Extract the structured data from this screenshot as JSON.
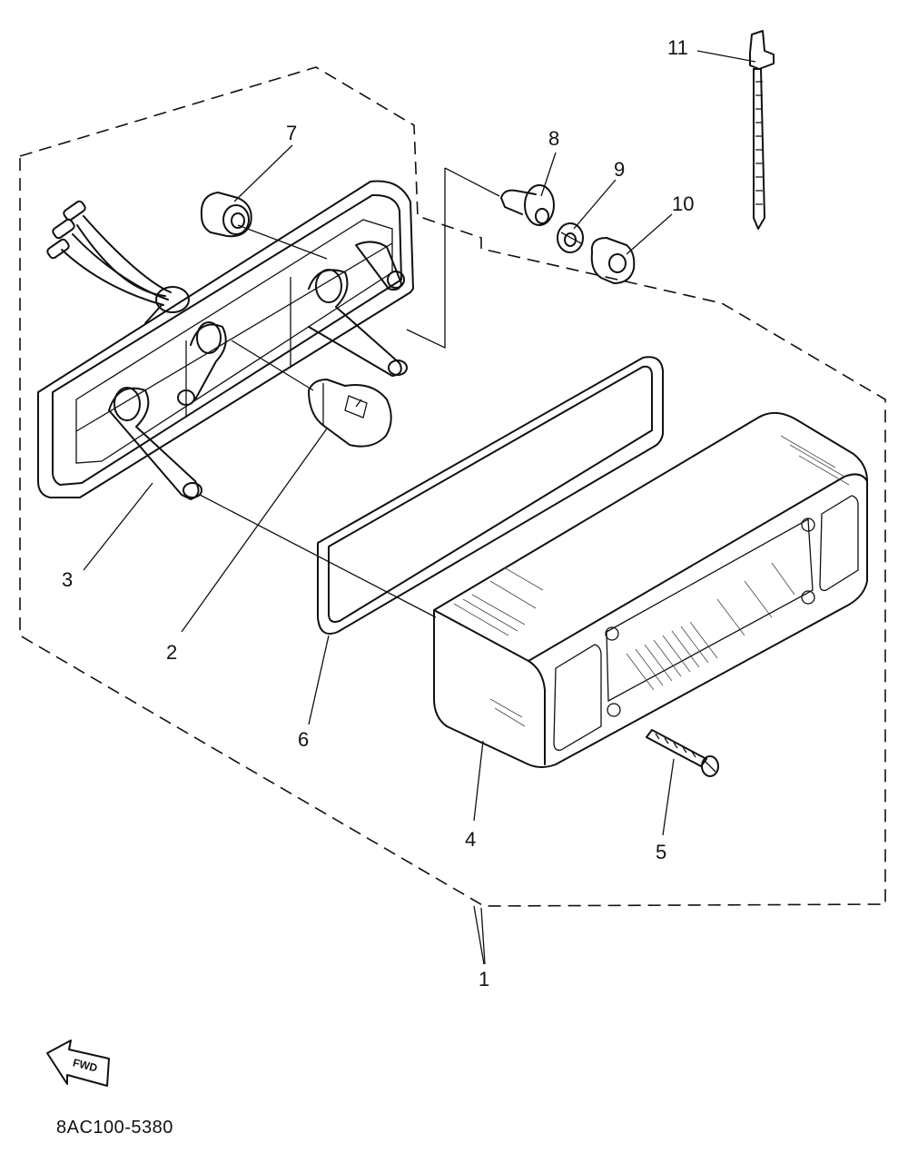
{
  "diagram": {
    "part_code": "8AC100-5380",
    "direction_tag": "FWD",
    "callouts": [
      "1",
      "2",
      "3",
      "4",
      "5",
      "6",
      "7",
      "8",
      "9",
      "10",
      "11"
    ]
  }
}
